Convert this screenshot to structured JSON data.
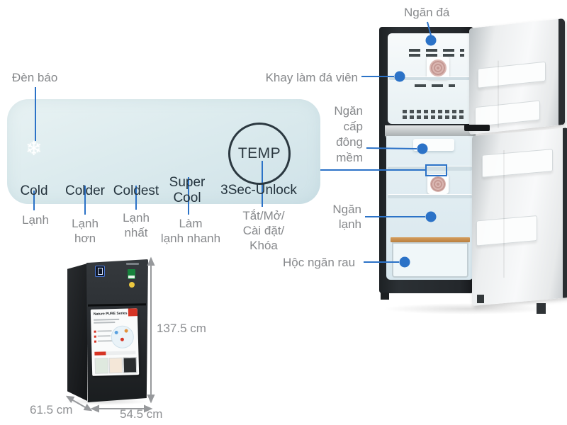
{
  "colors": {
    "accent_blue": "#2b72c7",
    "label_gray": "#86888b",
    "panel_text": "#24333d",
    "panel_bg": "#dcebee",
    "arrow_gray": "#97999c"
  },
  "control_panel": {
    "indicator_label": "Đèn báo",
    "snowflake_icon": "❄",
    "temp_button_label": "TEMP",
    "modes": [
      {
        "label": "Cold",
        "caption": "Lạnh"
      },
      {
        "label": "Colder",
        "caption": "Lạnh\nhơn"
      },
      {
        "label": "Coldest",
        "caption": "Lạnh\nnhất"
      },
      {
        "label": "Super\nCool",
        "caption": "Làm\nlạnh nhanh"
      },
      {
        "label": "3Sec-Unlock",
        "caption": "Tắt/Mở/\nCài đặt/\nKhóa"
      }
    ]
  },
  "fridge_callouts": {
    "freezer": "Ngăn đá",
    "ice_tray": "Khay làm đá viên",
    "soft_freeze": "Ngăn\ncấp\nđông\nmềm",
    "cooler": "Ngăn\nlạnh",
    "veg_drawer": "Hộc ngăn rau"
  },
  "dimensions": {
    "height": "137.5 cm",
    "depth": "61.5 cm",
    "width": "54.5 cm"
  },
  "product_sticker": {
    "title": "Nature PURE Series"
  }
}
